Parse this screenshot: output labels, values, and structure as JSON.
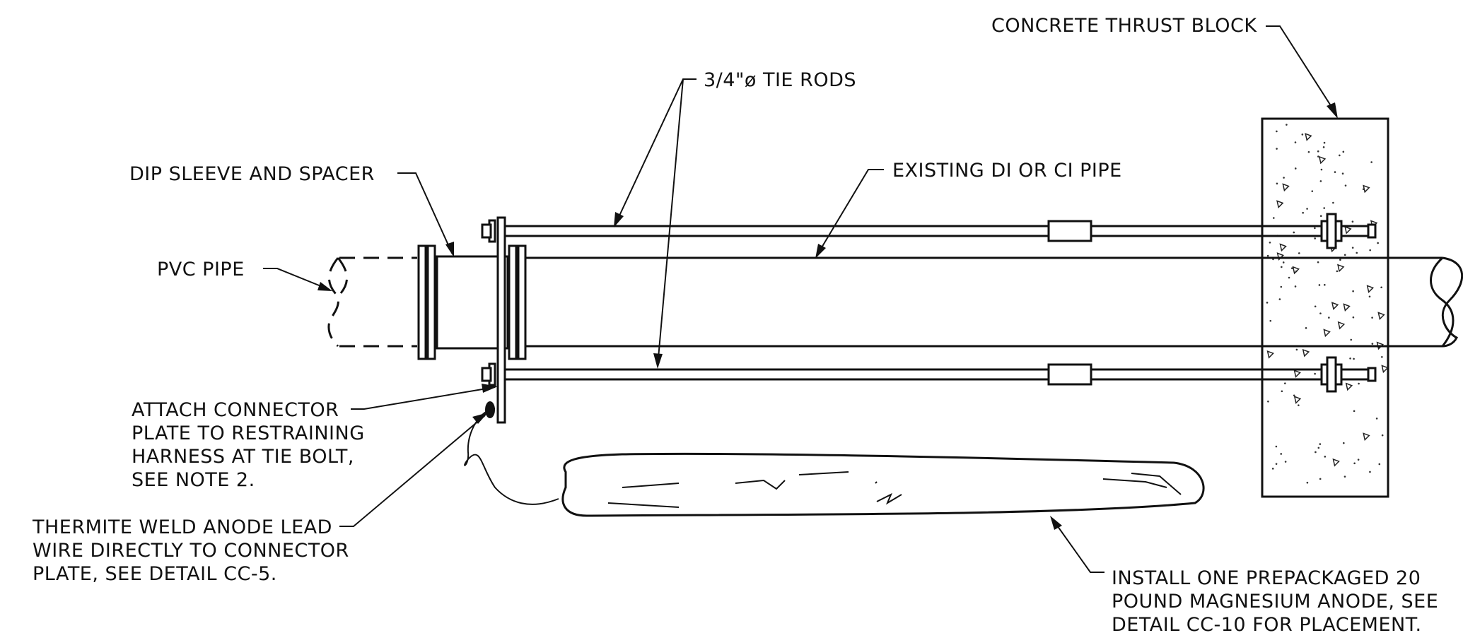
{
  "labels": {
    "concrete_thrust_block": "CONCRETE THRUST BLOCK",
    "tie_rods": "3/4\"ø TIE RODS",
    "dip_sleeve": "DIP SLEEVE AND SPACER",
    "existing_pipe": "EXISTING DI OR CI PIPE",
    "pvc_pipe": "PVC PIPE",
    "attach_connector": [
      "ATTACH CONNECTOR",
      "PLATE TO RESTRAINING",
      "HARNESS AT TIE BOLT,",
      "SEE NOTE 2."
    ],
    "thermite_weld": [
      "THERMITE WELD ANODE LEAD",
      "WIRE DIRECTLY TO CONNECTOR",
      "PLATE, SEE DETAIL CC-5."
    ],
    "install_anode": [
      "INSTALL ONE PREPACKAGED 20",
      "POUND MAGNESIUM ANODE, SEE",
      "DETAIL CC-10 FOR PLACEMENT."
    ]
  }
}
